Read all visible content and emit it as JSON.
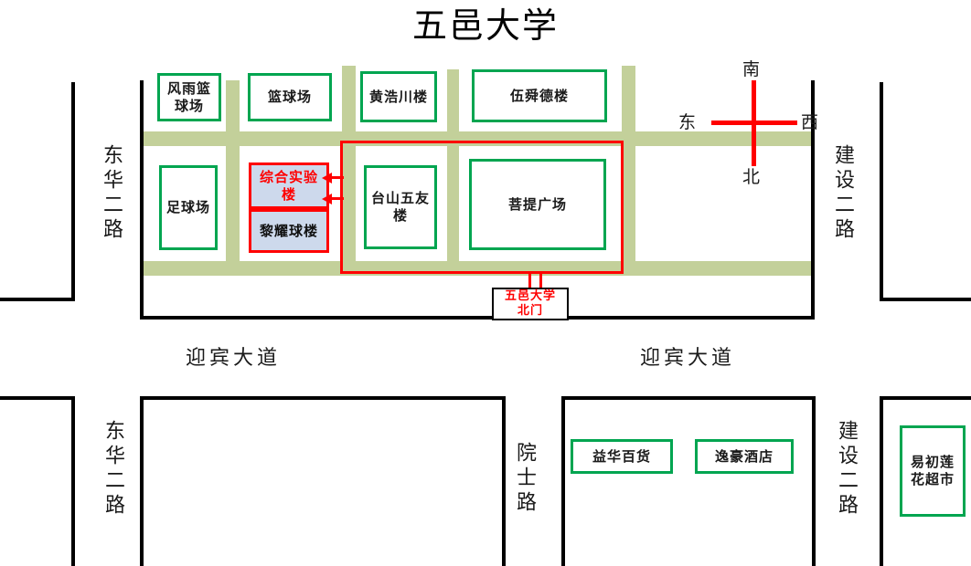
{
  "title": "五邑大学",
  "colors": {
    "facility_border": "#00a550",
    "highlight_border": "#ff0000",
    "highlight_fill": "#cdd9ec",
    "road": "#c3d09a",
    "route": "#ff0000",
    "block_border": "#000000"
  },
  "campus": {
    "top_row": [
      {
        "name": "fengyu-basketball-court",
        "label": "风雨篮\n球场"
      },
      {
        "name": "basketball-court",
        "label": "篮球场"
      },
      {
        "name": "huanghaochuan-building",
        "label": "黄浩川楼"
      },
      {
        "name": "wushunde-building",
        "label": "伍舜德楼"
      }
    ],
    "mid_row": [
      {
        "name": "football-field",
        "label": "足球场"
      },
      {
        "name": "comprehensive-lab-building",
        "label": "综合实验\n楼"
      },
      {
        "name": "liyaoqiu-building",
        "label": "黎耀球楼"
      },
      {
        "name": "taishan-wuyou-building",
        "label": "台山五友\n楼"
      },
      {
        "name": "puti-square",
        "label": "菩提广场"
      }
    ],
    "gate": {
      "name": "north-gate",
      "label": "五邑大学\n北门"
    }
  },
  "shops": [
    {
      "name": "yihua-department-store",
      "label": "益华百货"
    },
    {
      "name": "yihao-hotel",
      "label": "逸豪酒店"
    },
    {
      "name": "yichulianhua-supermarket",
      "label": "易初莲\n花超市"
    }
  ],
  "compass": {
    "north_glyph": "南",
    "south_glyph": "北",
    "east_glyph": "东",
    "west_glyph": "西"
  },
  "streets": {
    "donghua_er_lu_top": "东华二路",
    "jianshe_er_lu_top": "建设二路",
    "donghua_er_lu_bottom": "东华二路",
    "jianshe_er_lu_bottom": "建设二路",
    "yuanshi_lu": "院士路",
    "yingbin_dadao_left": "迎宾大道",
    "yingbin_dadao_right": "迎宾大道"
  }
}
